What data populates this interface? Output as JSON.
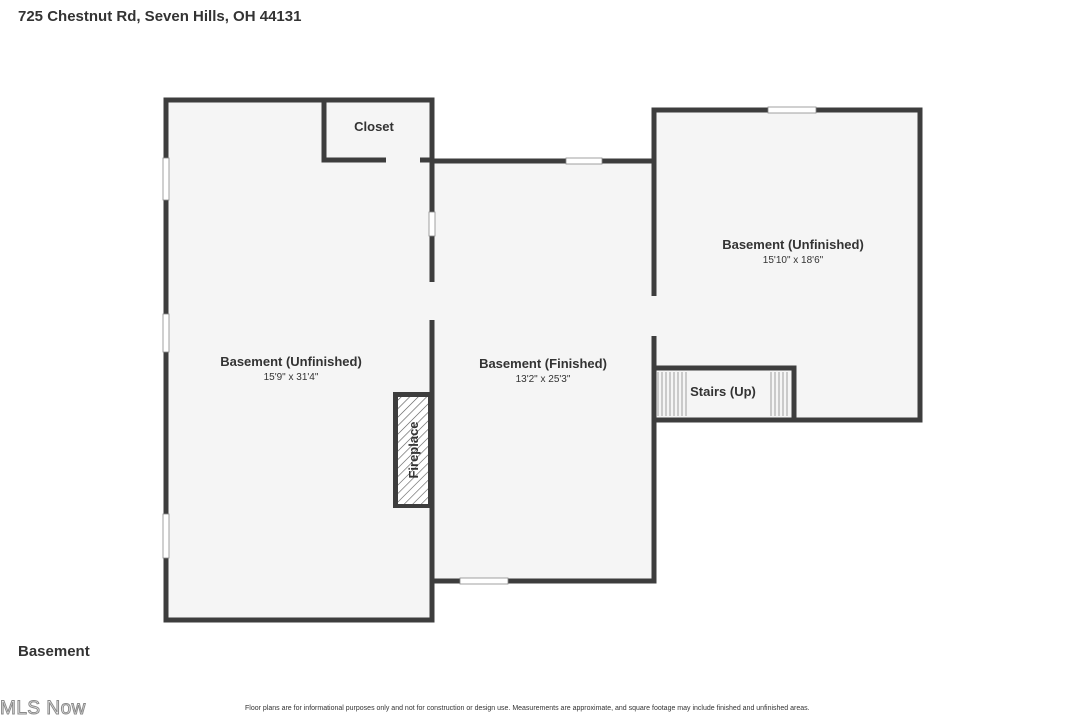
{
  "header": {
    "address": "725 Chestnut Rd, Seven Hills, OH 44131"
  },
  "rooms": {
    "left": {
      "name": "Basement (Unfinished)",
      "dims": "15'9\" x 31'4\""
    },
    "center": {
      "name": "Basement (Finished)",
      "dims": "13'2\" x 25'3\""
    },
    "right": {
      "name": "Basement (Unfinished)",
      "dims": "15'10\" x 18'6\""
    },
    "closet": {
      "name": "Closet"
    },
    "stairs": {
      "name": "Stairs (Up)"
    },
    "fireplace": {
      "name": "Fireplace"
    }
  },
  "floor": {
    "label": "Basement"
  },
  "footer": {
    "brand": "MLS Now",
    "disclaimer": "Floor plans are for informational purposes only and not for construction or design use. Measurements are approximate, and square footage may include finished and unfinished areas."
  },
  "colors": {
    "wall": "#3d3d3d",
    "room_fill": "#f5f5f5",
    "window_fill": "#ffffff"
  }
}
